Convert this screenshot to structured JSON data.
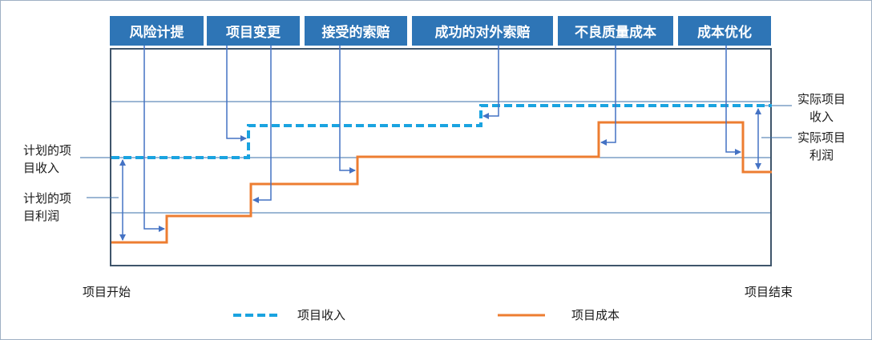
{
  "events": [
    "风险计提",
    "项目变更",
    "接受的索赔",
    "成功的对外索赔",
    "不良质量成本",
    "成本优化"
  ],
  "labels": {
    "planned_revenue": "计划的项\n目收入",
    "planned_profit": "计划的项\n目利润",
    "actual_revenue": "实际项目\n收入",
    "actual_profit": "实际项目\n利润",
    "project_start": "项目开始",
    "project_end": "项目结束"
  },
  "legend": {
    "revenue": "项目收入",
    "cost": "项目成本"
  },
  "colors": {
    "event_box": "#2e75b6",
    "revenue_line": "#1aa3e0",
    "cost_line": "#ed7d31",
    "arrow": "#4472c4",
    "gridline": "#3a6fa8"
  }
}
